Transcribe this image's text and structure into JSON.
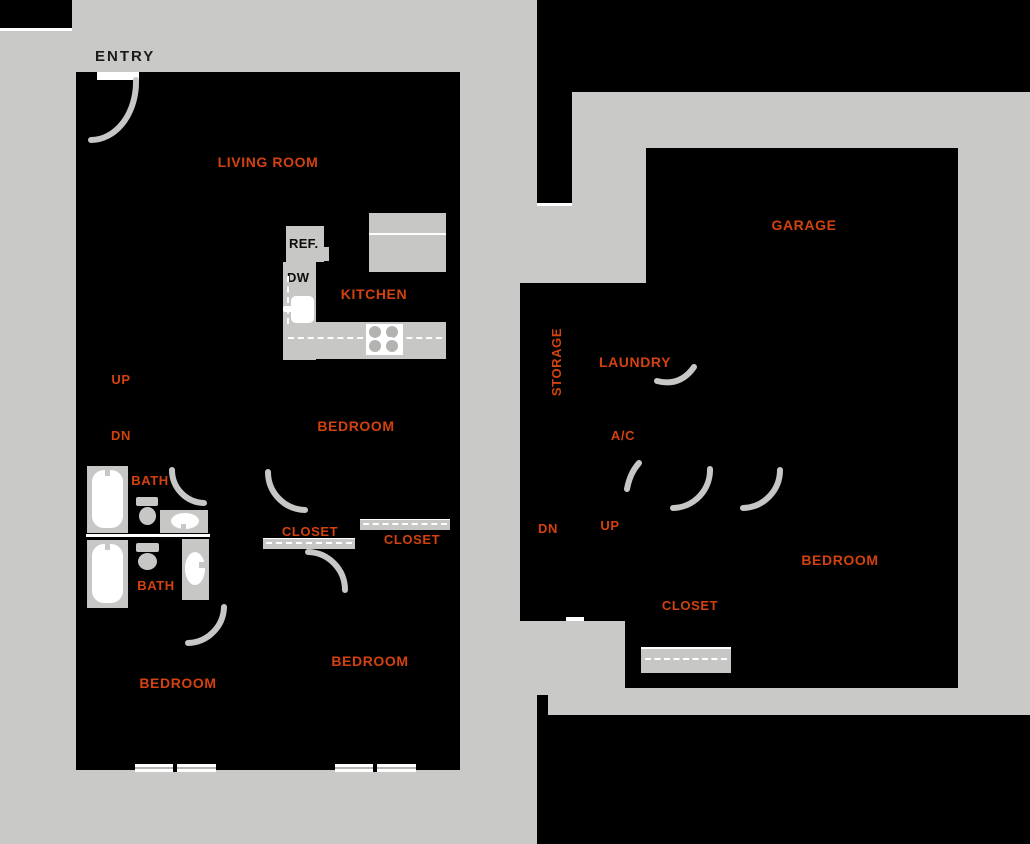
{
  "colors": {
    "background": "#c9c9c7",
    "floor": "#000000",
    "accent": "#d3420e",
    "fixture": "#c7c7c5"
  },
  "floor1": {
    "entry": "ENTRY",
    "living_room": "LIVING ROOM",
    "kitchen": "KITCHEN",
    "refrigerator": "REF.",
    "dishwasher": "DW",
    "stairs_up": "UP",
    "stairs_down": "DN",
    "bedroom_center": "BEDROOM",
    "bath_upper": "BATH",
    "bath_lower": "BATH",
    "closet_left": "CLOSET",
    "closet_right": "CLOSET",
    "bedroom_bottom_right": "BEDROOM",
    "bedroom_bottom_left": "BEDROOM"
  },
  "floor2": {
    "garage": "GARAGE",
    "storage": "STORAGE",
    "laundry": "LAUNDRY",
    "ac_unit": "A/C",
    "stairs_down": "DN",
    "stairs_up": "UP",
    "bedroom": "BEDROOM",
    "closet": "CLOSET"
  }
}
